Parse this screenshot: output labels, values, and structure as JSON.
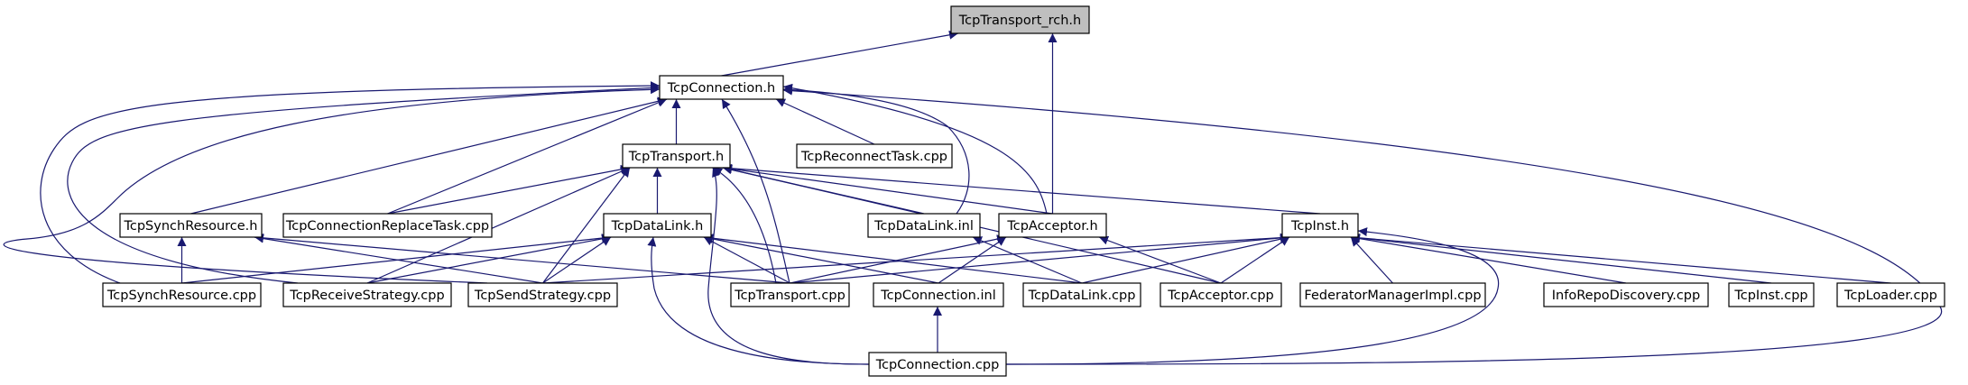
{
  "diagram": {
    "colors": {
      "edge": "#191970",
      "node_border": "#000000",
      "root_fill": "#bfbfbf",
      "node_fill": "#ffffff"
    },
    "nodes": [
      {
        "id": "rch",
        "label": "TcpTransport_rch.h"
      },
      {
        "id": "conn_h",
        "label": "TcpConnection.h"
      },
      {
        "id": "trans_h",
        "label": "TcpTransport.h"
      },
      {
        "id": "recon",
        "label": "TcpReconnectTask.cpp"
      },
      {
        "id": "synch_h",
        "label": "TcpSynchResource.h"
      },
      {
        "id": "replace",
        "label": "TcpConnectionReplaceTask.cpp"
      },
      {
        "id": "dl_h",
        "label": "TcpDataLink.h"
      },
      {
        "id": "dl_inl",
        "label": "TcpDataLink.inl"
      },
      {
        "id": "acc_h",
        "label": "TcpAcceptor.h"
      },
      {
        "id": "inst_h",
        "label": "TcpInst.h"
      },
      {
        "id": "synch_cpp",
        "label": "TcpSynchResource.cpp"
      },
      {
        "id": "recv",
        "label": "TcpReceiveStrategy.cpp"
      },
      {
        "id": "send",
        "label": "TcpSendStrategy.cpp"
      },
      {
        "id": "trans_cpp",
        "label": "TcpTransport.cpp"
      },
      {
        "id": "conn_inl",
        "label": "TcpConnection.inl"
      },
      {
        "id": "dl_cpp",
        "label": "TcpDataLink.cpp"
      },
      {
        "id": "acc_cpp",
        "label": "TcpAcceptor.cpp"
      },
      {
        "id": "fed",
        "label": "FederatorManagerImpl.cpp"
      },
      {
        "id": "info",
        "label": "InfoRepoDiscovery.cpp"
      },
      {
        "id": "inst_cpp",
        "label": "TcpInst.cpp"
      },
      {
        "id": "loader",
        "label": "TcpLoader.cpp"
      },
      {
        "id": "conn_cpp",
        "label": "TcpConnection.cpp"
      }
    ]
  }
}
